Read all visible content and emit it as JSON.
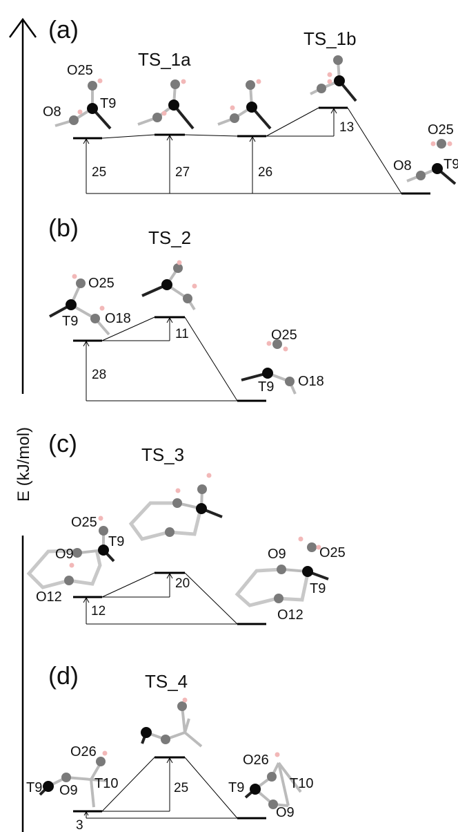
{
  "axis": {
    "label": "E (kJ/mol)"
  },
  "panels": {
    "a": {
      "tag": "(a)",
      "ts1": "TS_1a",
      "ts2": "TS_1b",
      "atoms": [
        "O25",
        "O8",
        "T9",
        "O25",
        "O8",
        "T9"
      ],
      "values": [
        "25",
        "27",
        "26",
        "13"
      ]
    },
    "b": {
      "tag": "(b)",
      "ts": "TS_2",
      "atoms": [
        "O25",
        "T9",
        "O18",
        "O25",
        "T9",
        "O18"
      ],
      "values": [
        "28",
        "11"
      ]
    },
    "c": {
      "tag": "(c)",
      "ts": "TS_3",
      "atoms": [
        "O25",
        "O9",
        "T9",
        "O12",
        "O9",
        "O25",
        "T9",
        "O12"
      ],
      "values": [
        "12",
        "20"
      ]
    },
    "d": {
      "tag": "(d)",
      "ts": "TS_4",
      "atoms": [
        "O26",
        "T9",
        "O9",
        "T10",
        "O26",
        "T9",
        "T10",
        "O9"
      ],
      "values": [
        "3",
        "25"
      ]
    }
  },
  "colors": {
    "metal": "#0a0a0a",
    "oxygen": "#7a7a7a",
    "hydrogen": "#f2b8b8",
    "bond": "#bdbdbd",
    "line": "#000000"
  }
}
